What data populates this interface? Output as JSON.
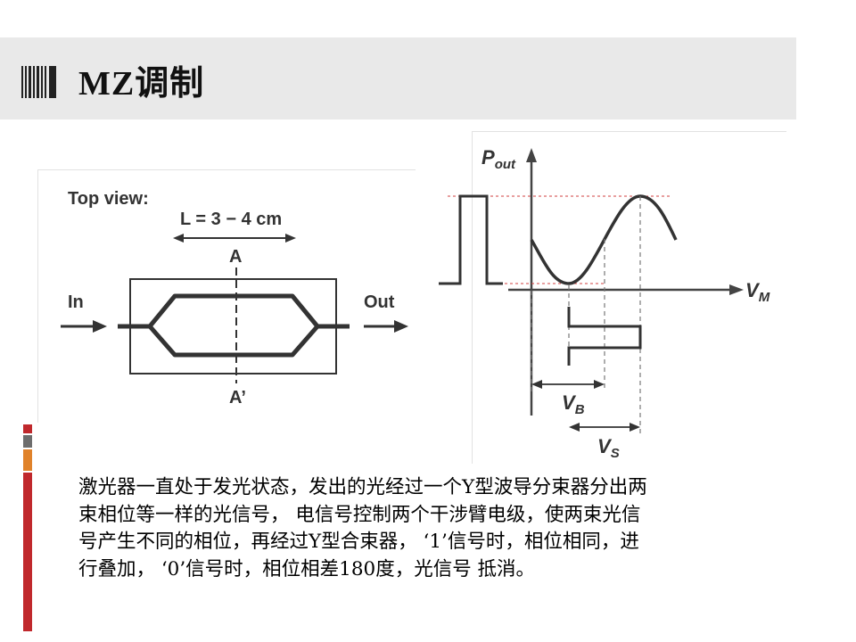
{
  "slide": {
    "title": "MZ调制",
    "accent_colors": {
      "red": "#c0282c",
      "gray": "#6d6d6d",
      "orange": "#e0822a",
      "band": "#e9e9e9"
    }
  },
  "left_figure": {
    "top_view_label": "Top view:",
    "length_label": "L = 3 − 4 cm",
    "cut_top_label": "A",
    "cut_bottom_label": "A’",
    "in_label": "In",
    "out_label": "Out"
  },
  "right_figure": {
    "y_axis_label_main": "P",
    "y_axis_label_sub": "out",
    "x_axis_label_main": "V",
    "x_axis_label_sub": "M",
    "vb_label_main": "V",
    "vb_label_sub": "B",
    "vs_label_main": "V",
    "vs_label_sub": "S"
  },
  "description": {
    "lines": [
      "激光器一直处于发光状态，发出的光经过一个Y型波导分束器分出两",
      "束相位等一样的光信号， 电信号控制两个干涉臂电级，使两束光信",
      "号产生不同的相位，再经过Y型合束器， ‘1’信号时，相位相同，进",
      "行叠加， ‘0’信号时，相位相差180度，光信号 抵消。"
    ]
  }
}
